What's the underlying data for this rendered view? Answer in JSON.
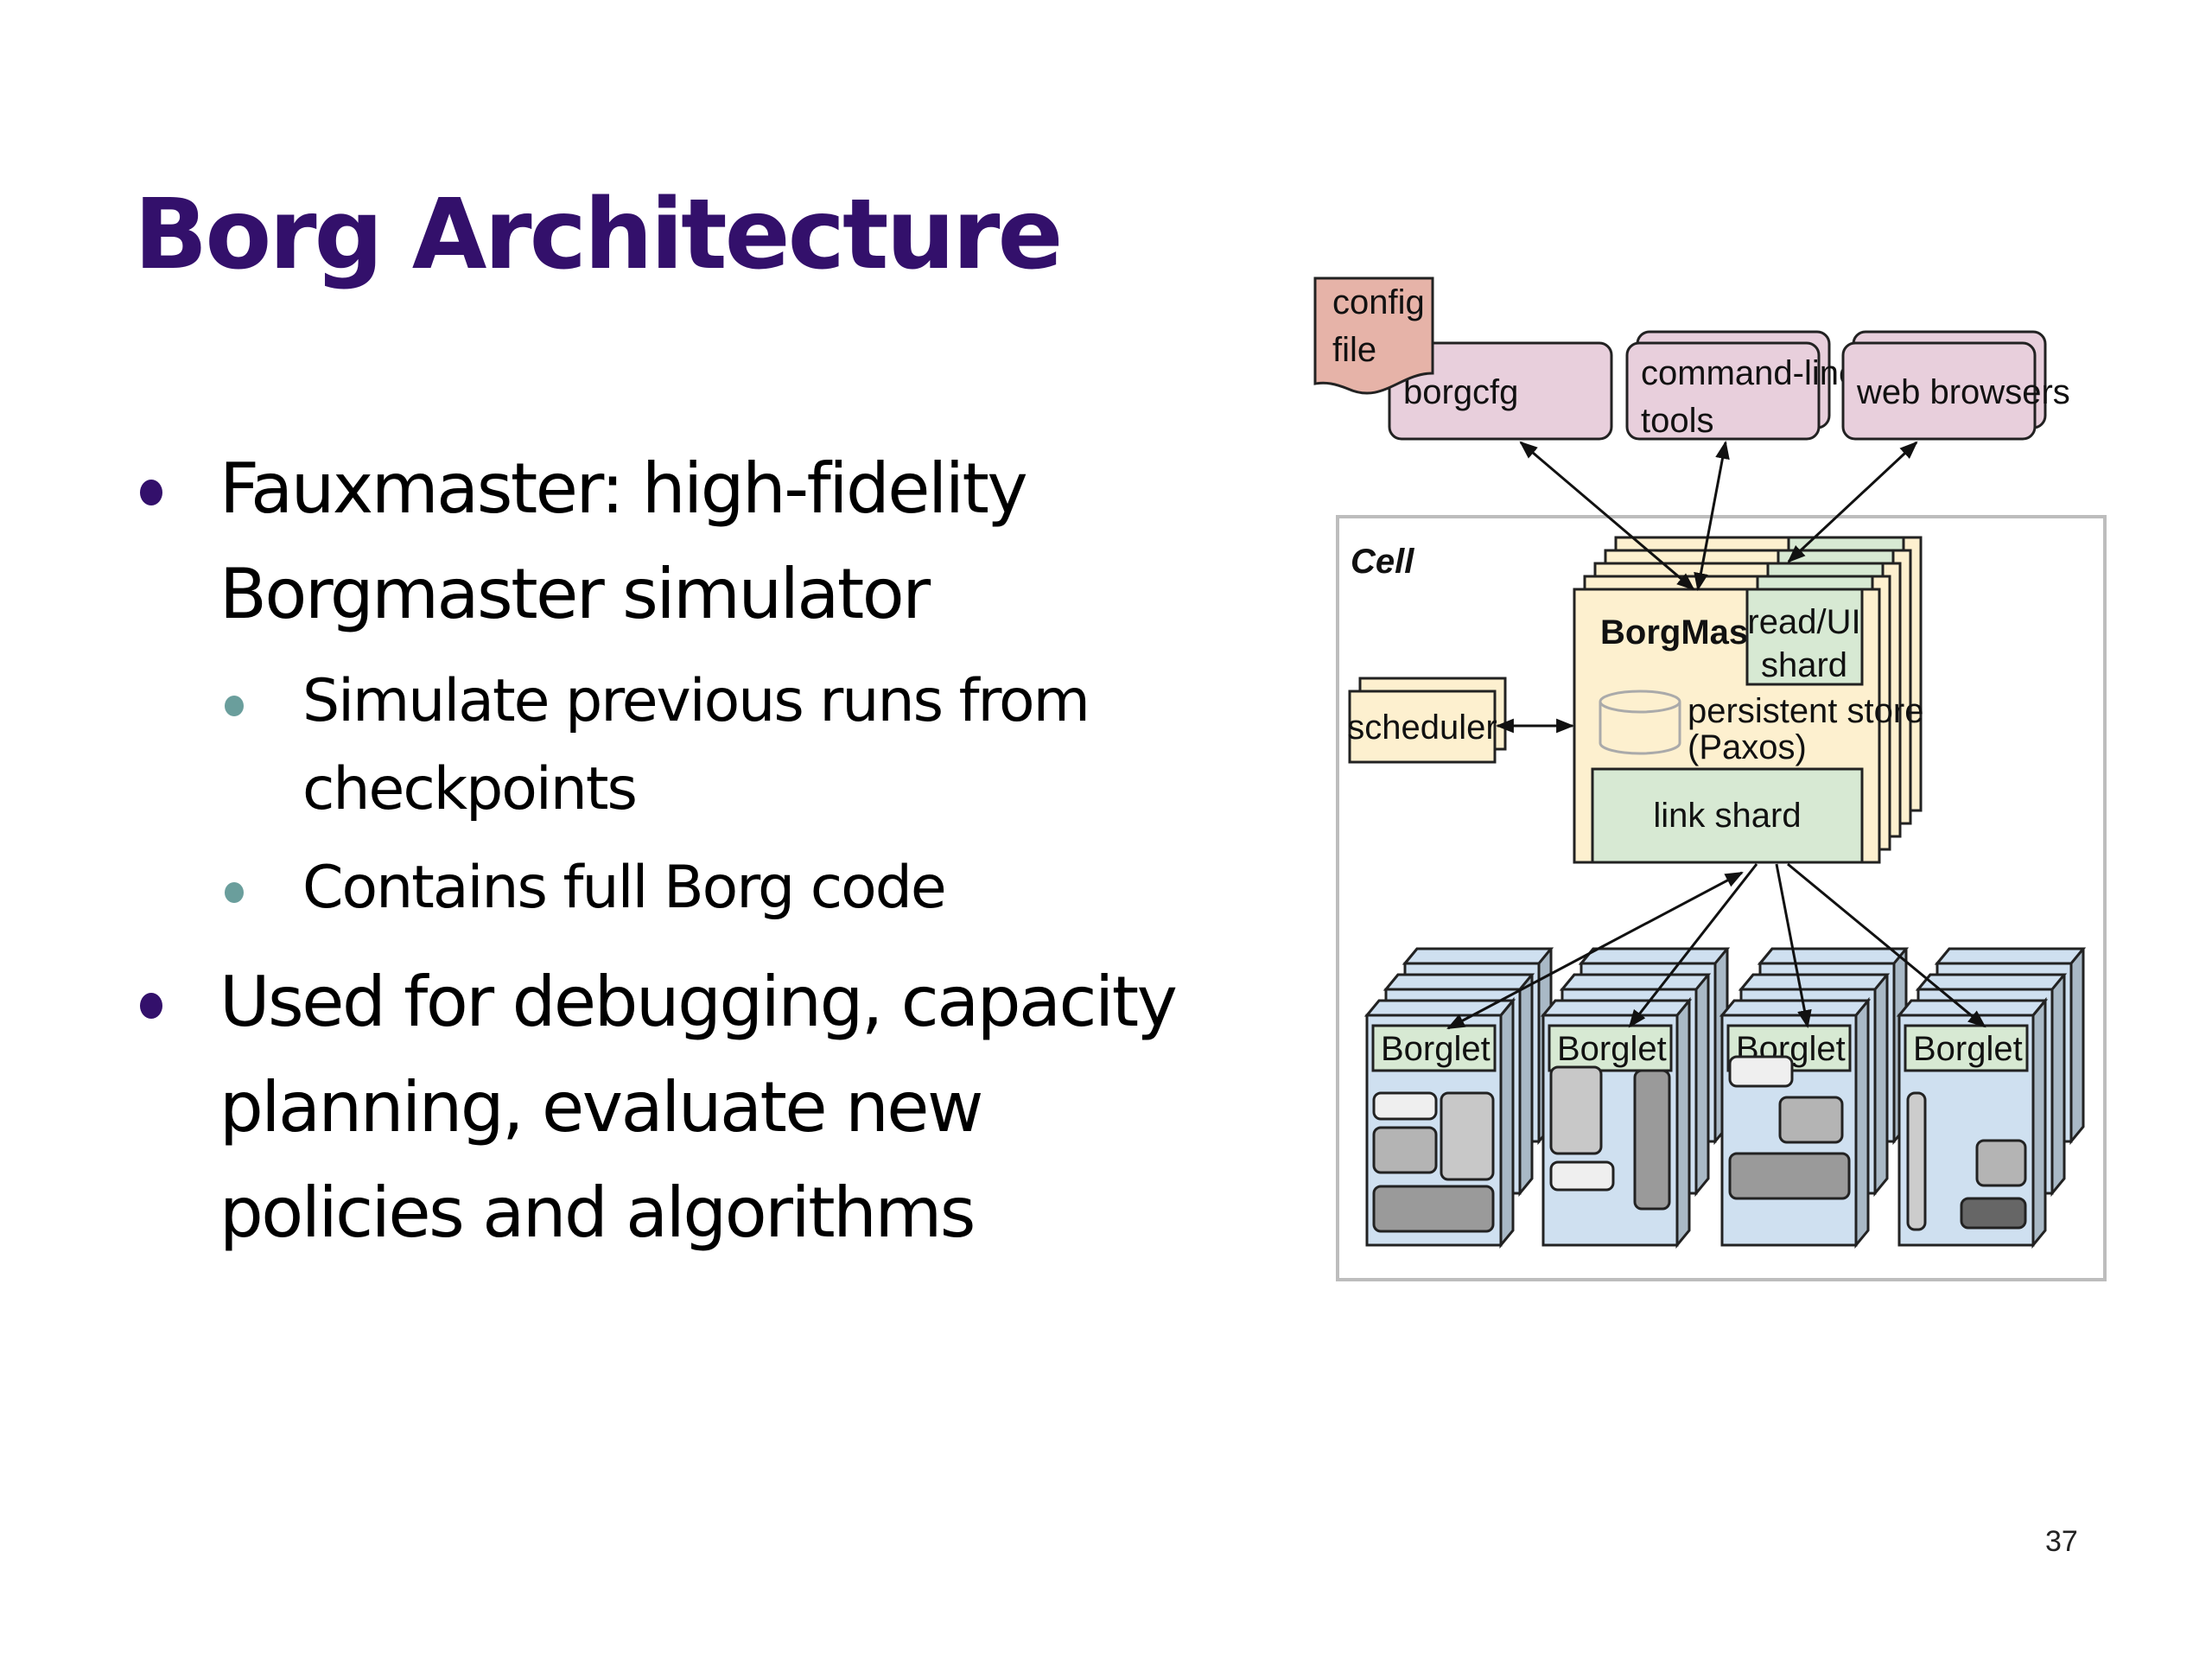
{
  "slide": {
    "title": "Borg Architecture",
    "page_number": "37",
    "bullets": [
      {
        "lines": [
          "Fauxmaster: high-fidelity",
          "Borgmaster simulator"
        ],
        "sub_bullets": [
          {
            "lines": [
              "Simulate previous runs from",
              "checkpoints"
            ]
          },
          {
            "lines": [
              "Contains full Borg code"
            ]
          }
        ]
      },
      {
        "lines": [
          "Used for debugging, capacity",
          "planning, evaluate new",
          "policies and algorithms"
        ],
        "sub_bullets": []
      }
    ]
  },
  "diagram": {
    "config_file": [
      "config",
      "file"
    ],
    "clients": {
      "borgcfg": [
        "borgcfg"
      ],
      "command_line_tools": [
        "command-line",
        "tools"
      ],
      "web_browsers": [
        "web browsers"
      ]
    },
    "cell_label": "Cell",
    "borgmaster_label": "BorgMaster",
    "read_ui_shard": [
      "read/UI",
      "shard"
    ],
    "persistent_store": [
      "persistent store",
      "(Paxos)"
    ],
    "link_shard": "link shard",
    "scheduler": "scheduler",
    "borglets": [
      "Borglet",
      "Borglet",
      "Borglet",
      "Borglet"
    ]
  },
  "colors": {
    "title": "#33106b",
    "bullet_primary": "#33106b",
    "bullet_secondary": "#6a9e9c",
    "client_box": "#e8cfdc",
    "config_file": "#e6b3a8",
    "borgmaster": "#fdf0cf",
    "shard": "#d7e9d3",
    "borglet": "#cfe0f0",
    "borglet_side": "#a9b9c6",
    "cell_border": "#bdbdbd"
  }
}
